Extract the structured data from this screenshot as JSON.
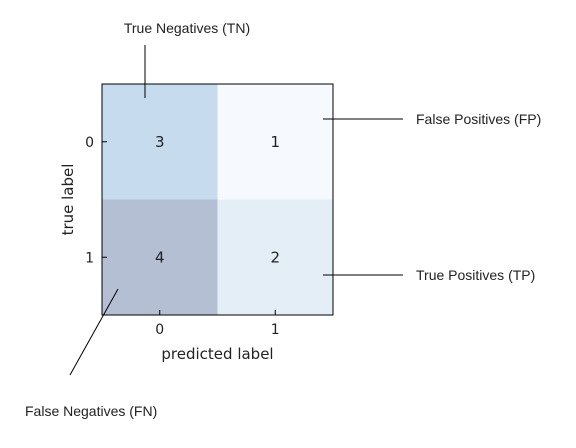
{
  "chart_data": {
    "type": "heatmap",
    "xlabel": "predicted label",
    "ylabel": "true label",
    "x_ticks": [
      "0",
      "1"
    ],
    "y_ticks": [
      "0",
      "1"
    ],
    "cells": [
      {
        "row": 0,
        "col": 0,
        "value": 3,
        "color": "#c6dbee"
      },
      {
        "row": 0,
        "col": 1,
        "value": 1,
        "color": "#f6f9fd"
      },
      {
        "row": 1,
        "col": 0,
        "value": 4,
        "color": "#b4bfd3"
      },
      {
        "row": 1,
        "col": 1,
        "value": 2,
        "color": "#e4eef6"
      }
    ],
    "annotations": [
      {
        "id": "tn",
        "text": "True Negatives (TN)",
        "cell": [
          0,
          0
        ]
      },
      {
        "id": "fp",
        "text": "False Positives (FP)",
        "cell": [
          0,
          1
        ]
      },
      {
        "id": "tp",
        "text": "True Positives (TP)",
        "cell": [
          1,
          1
        ]
      },
      {
        "id": "fn",
        "text": "False Negatives (FN)",
        "cell": [
          1,
          0
        ]
      }
    ]
  }
}
